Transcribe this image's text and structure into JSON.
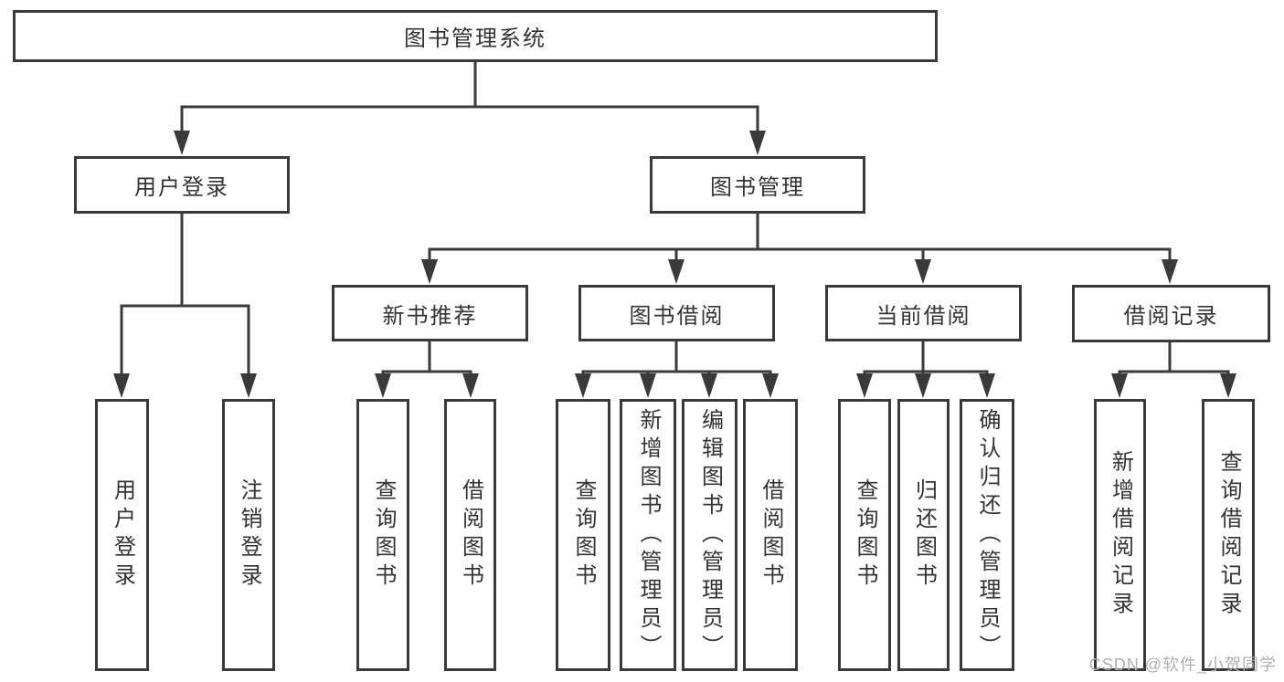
{
  "diagram": {
    "type": "hierarchy-diagram",
    "tree": {
      "label": "图书管理系统",
      "children": [
        {
          "label": "用户登录",
          "children": [
            {
              "label": "用户登录"
            },
            {
              "label": "注销登录"
            }
          ]
        },
        {
          "label": "图书管理",
          "children": [
            {
              "label": "新书推荐",
              "children": [
                {
                  "label": "查询图书"
                },
                {
                  "label": "借阅图书"
                }
              ]
            },
            {
              "label": "图书借阅",
              "children": [
                {
                  "label": "查询图书"
                },
                {
                  "label": "新增图书（管理员）"
                },
                {
                  "label": "编辑图书（管理员）"
                },
                {
                  "label": "借阅图书"
                }
              ]
            },
            {
              "label": "当前借阅",
              "children": [
                {
                  "label": "查询图书"
                },
                {
                  "label": "归还图书"
                },
                {
                  "label": "确认归还（管理员）"
                }
              ]
            },
            {
              "label": "借阅记录",
              "children": [
                {
                  "label": "新增借阅记录"
                },
                {
                  "label": "查询借阅记录"
                }
              ]
            }
          ]
        }
      ]
    },
    "watermark": {
      "text": "CSDN @软件_小贺同学"
    },
    "colors": {
      "line": "#3a3a3a",
      "text": "#333333",
      "watermark": "#b0b0b0",
      "background": "#ffffff"
    }
  }
}
